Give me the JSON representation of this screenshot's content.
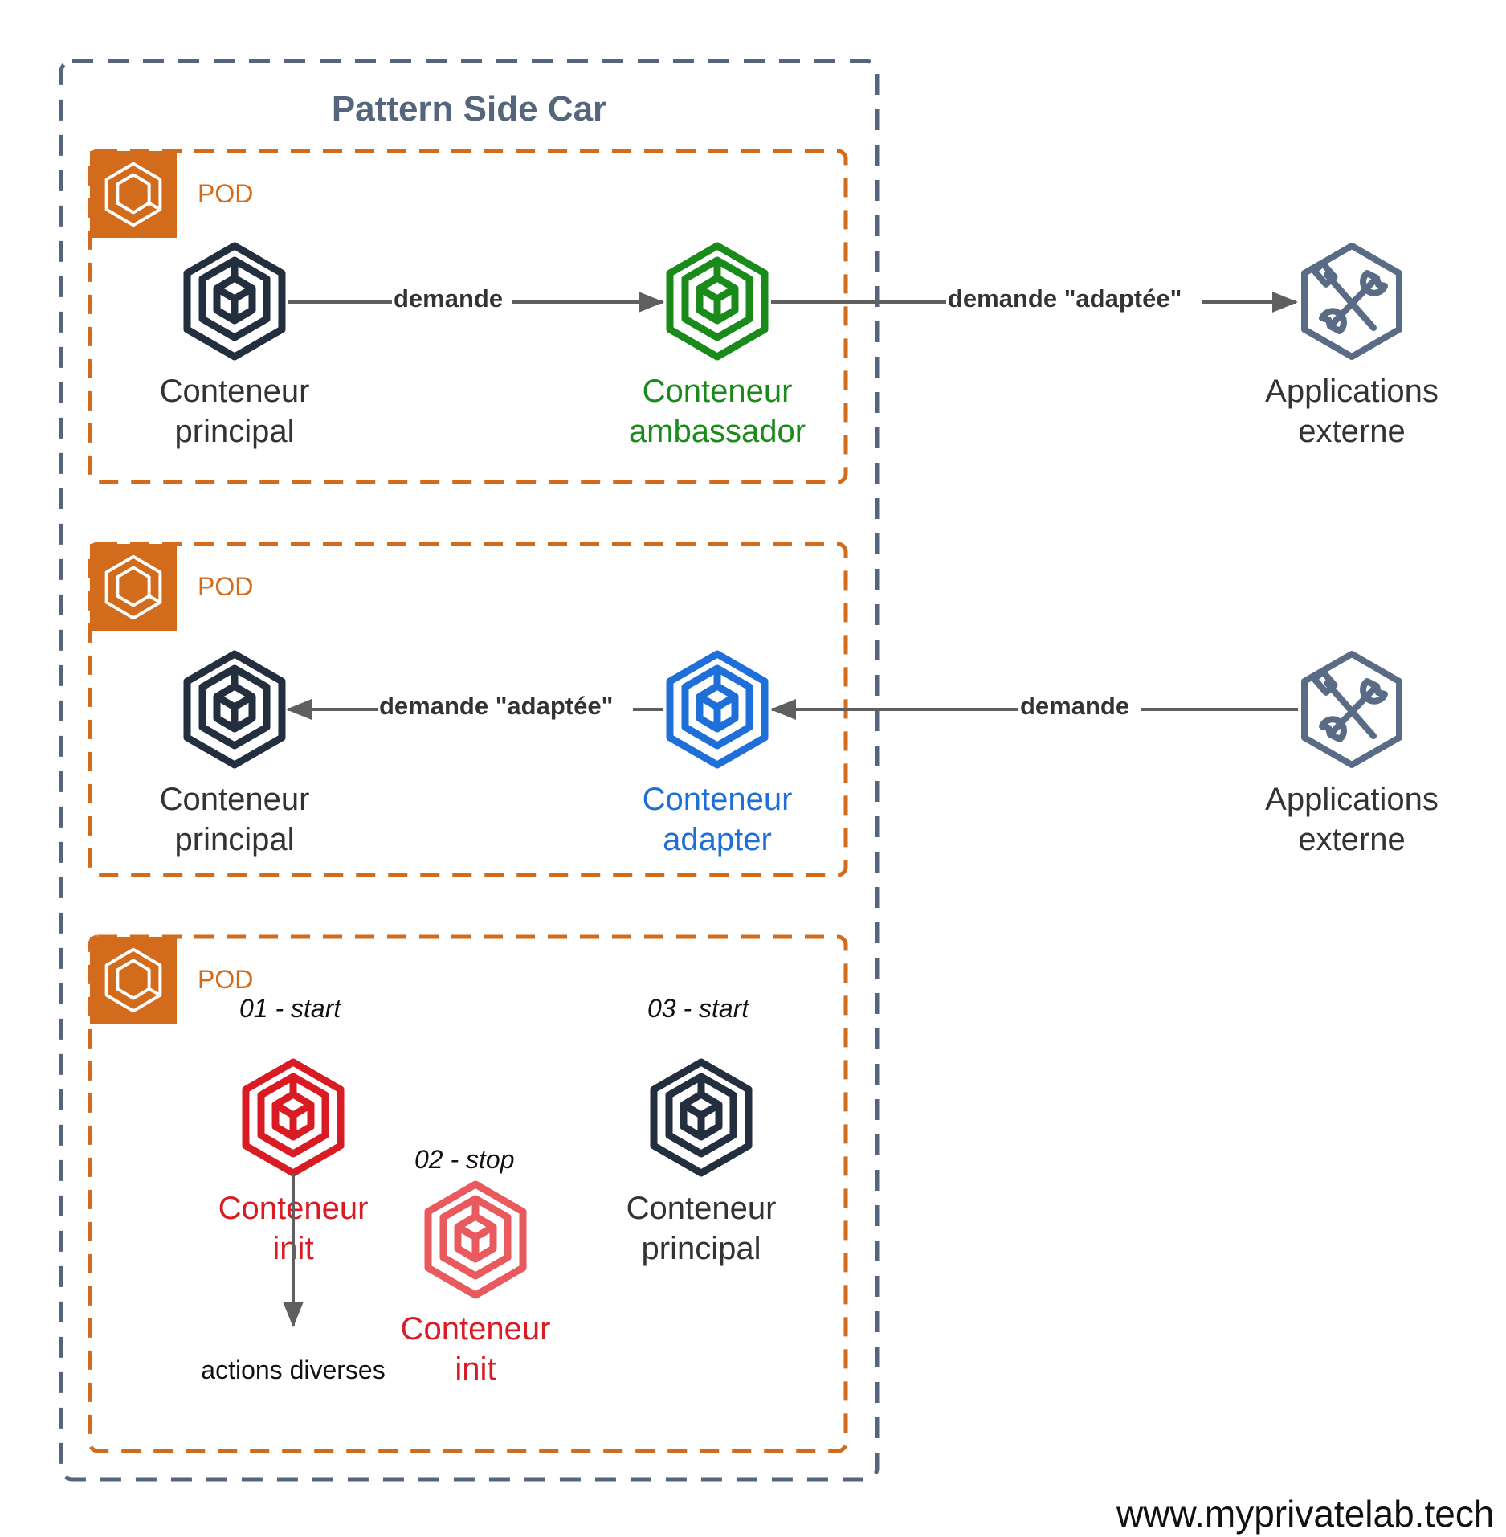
{
  "title": "Pattern Side Car",
  "watermark": "www.myprivatelab.tech",
  "colors": {
    "group_border": "#54657c",
    "pod_orange": "#d36b1c",
    "dark_container": "#232f3e",
    "ambassador_green": "#1a8a1a",
    "adapter_blue": "#1f6fd8",
    "init_red": "#d91c24",
    "init_red_light": "#e85a5e",
    "external_slate": "#5a6b86",
    "arrow_gray": "#5f5f5f"
  },
  "icons": {
    "pod": "eks-pod-icon",
    "container": "container-cube-icon",
    "external": "tools-wrench-screwdriver-icon"
  },
  "pods": [
    {
      "label": "POD",
      "main_container": {
        "line1": "Conteneur",
        "line2": "principal"
      },
      "sidecar": {
        "line1": "Conteneur",
        "line2": "ambassador"
      },
      "edge_main_to_sidecar": "demande",
      "edge_sidecar_to_external": "demande \"adaptée\"",
      "external": {
        "line1": "Applications",
        "line2": "externe"
      }
    },
    {
      "label": "POD",
      "main_container": {
        "line1": "Conteneur",
        "line2": "principal"
      },
      "sidecar": {
        "line1": "Conteneur",
        "line2": "adapter"
      },
      "edge_sidecar_to_main": "demande \"adaptée\"",
      "edge_external_to_sidecar": "demande",
      "external": {
        "line1": "Applications",
        "line2": "externe"
      }
    },
    {
      "label": "POD",
      "step1": "01 - start",
      "step2": "02 - stop",
      "step3": "03 - start",
      "init_active": {
        "line1": "Conteneur",
        "line2": "init"
      },
      "init_stopped": {
        "line1": "Conteneur",
        "line2": "init"
      },
      "main_container": {
        "line1": "Conteneur",
        "line2": "principal"
      },
      "actions": "actions diverses"
    }
  ]
}
